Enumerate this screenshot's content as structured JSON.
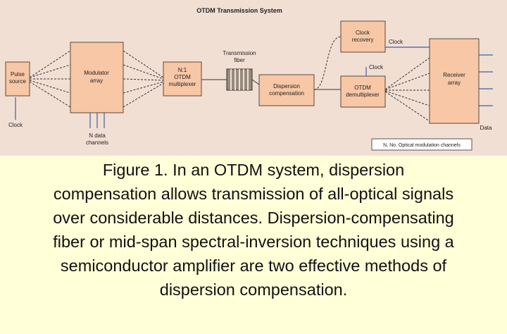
{
  "diagram": {
    "title": "OTDM Transmission System",
    "blocks": {
      "pulse_source": [
        "Pulse",
        "source"
      ],
      "modulator_array": [
        "Modulator",
        "array"
      ],
      "otdm_multiplexer": [
        "N:1",
        "OTDM",
        "multiplexer"
      ],
      "dispersion_compensation": [
        "Dispersion",
        "compensation"
      ],
      "clock_recovery": [
        "Clock",
        "recovery"
      ],
      "otdm_demultiplexer": [
        "OTDM",
        "demultiplexer"
      ],
      "receiver_array": [
        "Receiver",
        "array"
      ]
    },
    "labels": {
      "transmission_fiber": [
        "Transmission",
        "fiber"
      ],
      "clock_top": "Clock",
      "clock_mid": "Clock",
      "clock_in": "Clock",
      "n_data": [
        "N data",
        "channels"
      ],
      "data_out": "Data",
      "legend": "N, No. Optical modulation channels"
    }
  },
  "caption": {
    "lines": [
      "Figure 1. In an OTDM system, dispersion",
      "compensation allows transmission of all-optical signals",
      "over considerable distances. Dispersion-compensating",
      "fiber or mid-span spectral-inversion techniques using a",
      "semiconductor amplifier are two effective methods of",
      "dispersion compensation."
    ]
  },
  "colors": {
    "block_fill": "#f7c7a6",
    "diagram_bg": "#f2dfd4",
    "page_bg": "#ffffd8",
    "signal_line": "#3b5fa8"
  }
}
